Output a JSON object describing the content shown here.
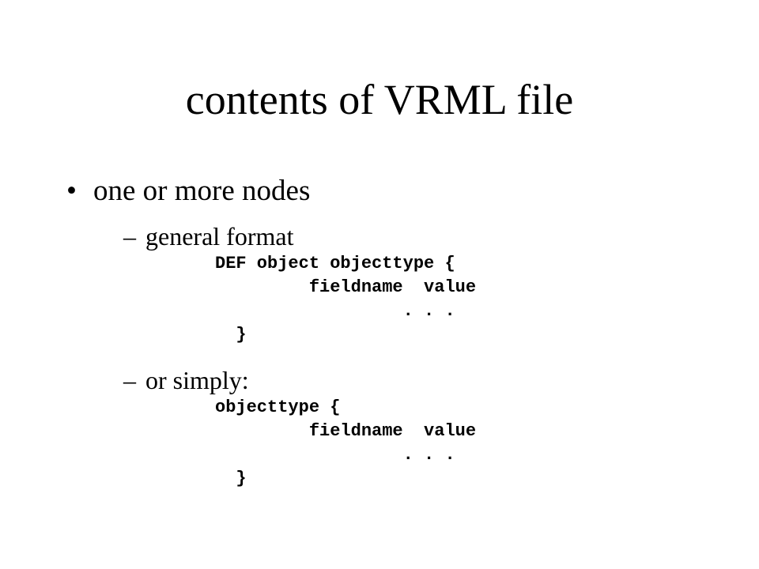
{
  "slide": {
    "title": "contents of VRML file",
    "bullet": {
      "marker": "•",
      "text": "one or more nodes"
    },
    "sub_items": [
      {
        "marker": "–",
        "text": "general format",
        "code": "DEF object objecttype {\n         fieldname  value\n                  . . .\n  }"
      },
      {
        "marker": "–",
        "text": "or simply:",
        "code": "objecttype {\n         fieldname  value\n                  . . .\n  }"
      }
    ]
  }
}
